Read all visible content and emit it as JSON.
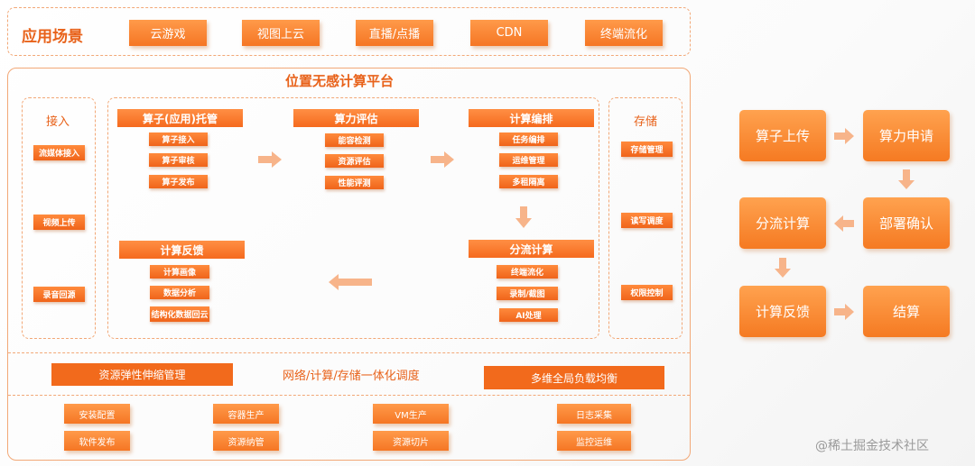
{
  "colors": {
    "accent": "#f26a1c",
    "border": "#f2a877",
    "arrow": "#f7b48a",
    "watermark": "#9a9a9a"
  },
  "scenarios": {
    "title": "应用场景",
    "items": [
      "云游戏",
      "视图上云",
      "直播/点播",
      "CDN",
      "终端流化"
    ]
  },
  "platform": {
    "title": "位置无感计算平台",
    "access": {
      "title": "接入",
      "items": [
        "流媒体接入",
        "视频上传",
        "录音回源"
      ]
    },
    "storage": {
      "title": "存储",
      "items": [
        "存储管理",
        "读写调度",
        "权限控制"
      ]
    },
    "operator_hosting": {
      "title": "算子(应用)托管",
      "items": [
        "算子接入",
        "算子审核",
        "算子发布"
      ]
    },
    "power_eval": {
      "title": "算力评估",
      "items": [
        "能容检测",
        "资源评估",
        "性能评测"
      ]
    },
    "compute_orch": {
      "title": "计算编排",
      "items": [
        "任务编排",
        "运维管理",
        "多租隔离"
      ]
    },
    "split_compute": {
      "title": "分流计算",
      "items": [
        "终端流化",
        "录制/截图",
        "AI处理"
      ]
    },
    "compute_feedback": {
      "title": "计算反馈",
      "items": [
        "计算画像",
        "数据分析",
        "结构化数据回云"
      ]
    },
    "middle_row": {
      "left": "资源弹性伸缩管理",
      "center": "网络/计算/存储一体化调度",
      "right": "多维全局负载均衡"
    },
    "bottom_row": [
      {
        "top": "安装配置",
        "bottom": "软件发布"
      },
      {
        "top": "容器生产",
        "bottom": "资源纳管"
      },
      {
        "top": "VM生产",
        "bottom": "资源切片"
      },
      {
        "top": "日志采集",
        "bottom": "监控运维"
      }
    ]
  },
  "flow": {
    "steps": [
      "算子上传",
      "算力申请",
      "部署确认",
      "分流计算",
      "计算反馈",
      "结算"
    ]
  },
  "watermark": "@稀土掘金技术社区"
}
